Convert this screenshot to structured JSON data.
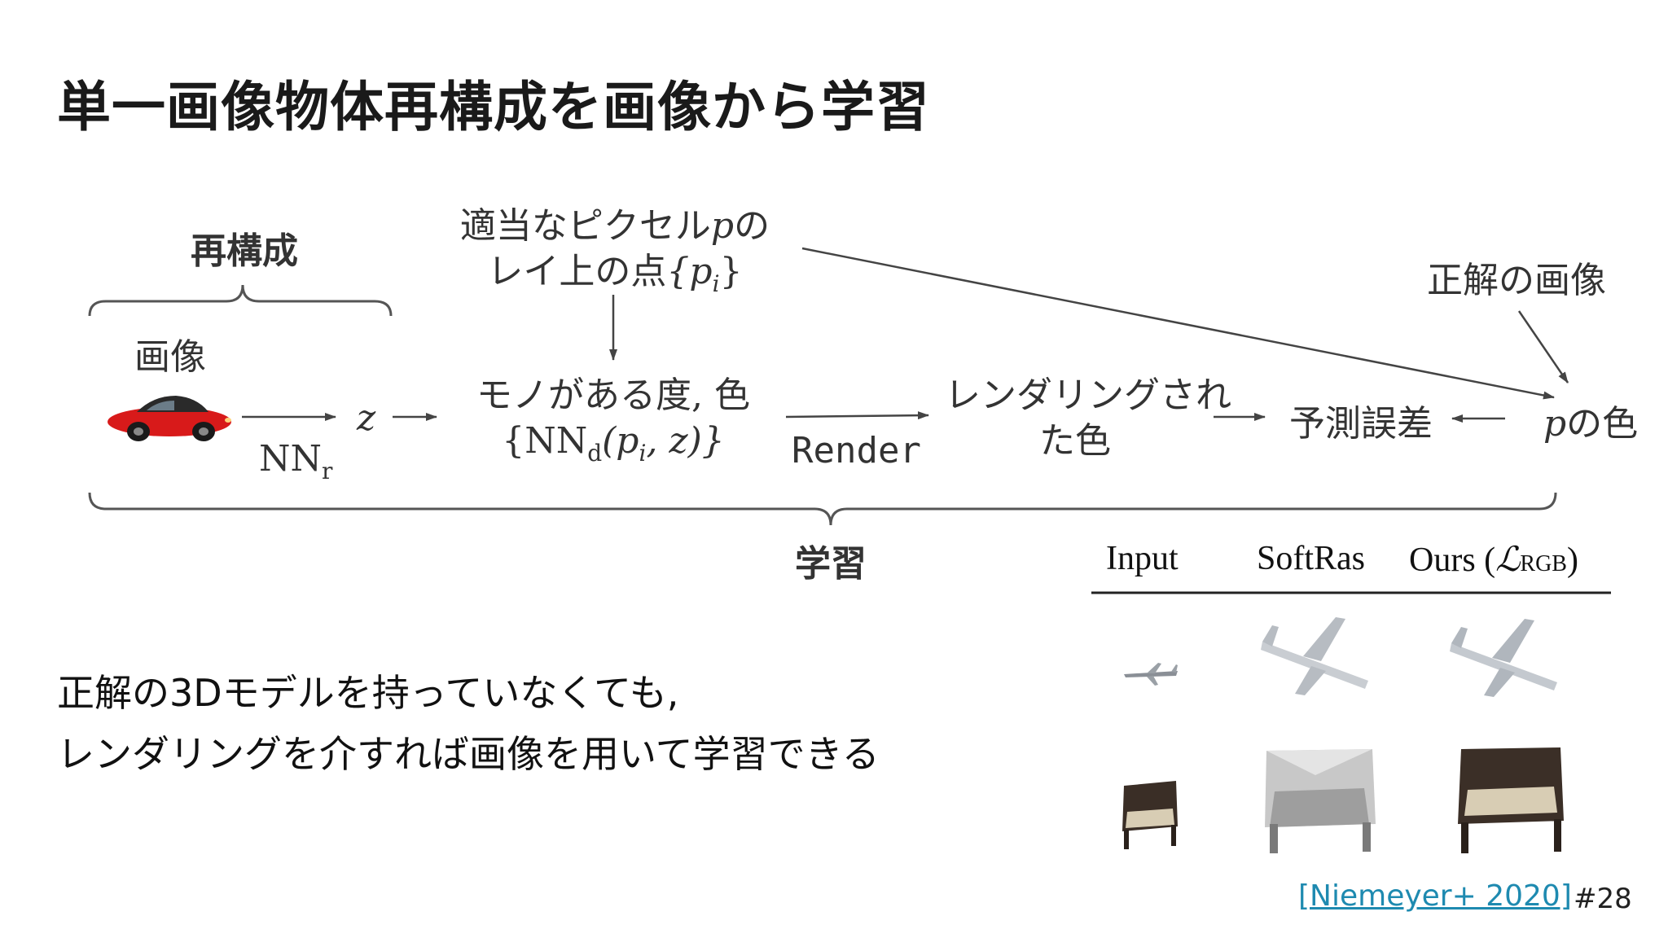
{
  "slide": {
    "title": "単一画像物体再構成を画像から学習",
    "page_number": "#28",
    "citation": "[Niemeyer+ 2020]"
  },
  "diagram": {
    "reconstruction_label": "再構成",
    "image_label": "画像",
    "nn_r": {
      "base": "NN",
      "sub": "r"
    },
    "z_label": "z",
    "rays": {
      "line1_a": "適当なピクセル",
      "line1_p": "p",
      "line1_b": "の",
      "line2_a": "レイ上の点",
      "line2_set": "{p",
      "line2_sub": "i",
      "line2_end": "}"
    },
    "density": {
      "line1": "モノがある度, 色",
      "nn": "{NN",
      "nn_sub": "d",
      "args_open": "(p",
      "args_sub": "i",
      "args_rest": ", z)}"
    },
    "render_label": "Render",
    "rendered": {
      "line1": "レンダリングされ",
      "line2": "た色"
    },
    "pred_error": "予測誤差",
    "p_color": {
      "p": "p",
      "rest": "の色"
    },
    "gt_image": "正解の画像",
    "learning_label": "学習"
  },
  "body": {
    "line1": "正解の3Dモデルを持っていなくても,",
    "line2": "レンダリングを介すれば画像を用いて学習できる"
  },
  "results": {
    "columns": [
      "Input",
      "SoftRas",
      "Ours ("
    ],
    "ours_symbol": "ℒ",
    "ours_sub": "RGB",
    "ours_close": ")"
  },
  "colors": {
    "car": "#d81a1a",
    "arrow": "#444444",
    "link": "#1e8ab0"
  }
}
